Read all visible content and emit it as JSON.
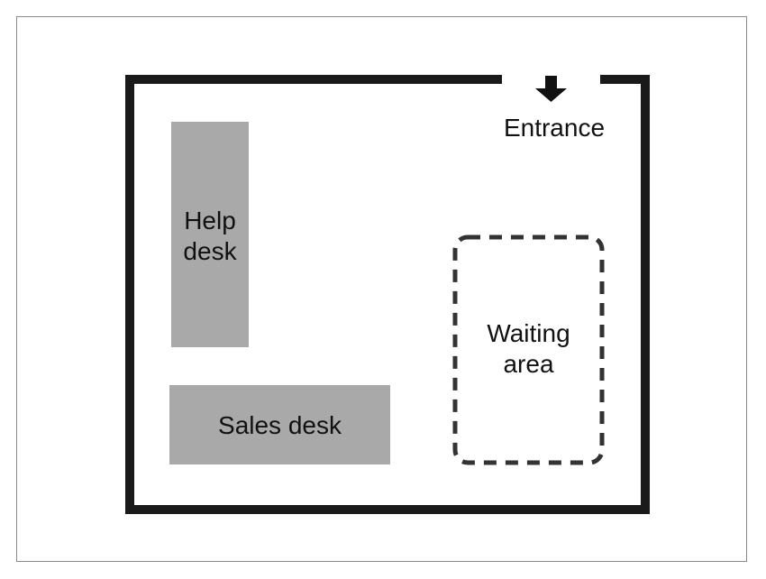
{
  "rooms": {
    "help_desk": {
      "label_line1": "Help",
      "label_line2": "desk"
    },
    "sales_desk": {
      "label": "Sales desk"
    },
    "waiting_area": {
      "label_line1": "Waiting",
      "label_line2": "area"
    },
    "entrance": {
      "label": "Entrance"
    }
  },
  "colors": {
    "wall": "#1a1a1a",
    "desk_fill": "#a9a9a9",
    "frame_border": "#8a8a8a"
  }
}
